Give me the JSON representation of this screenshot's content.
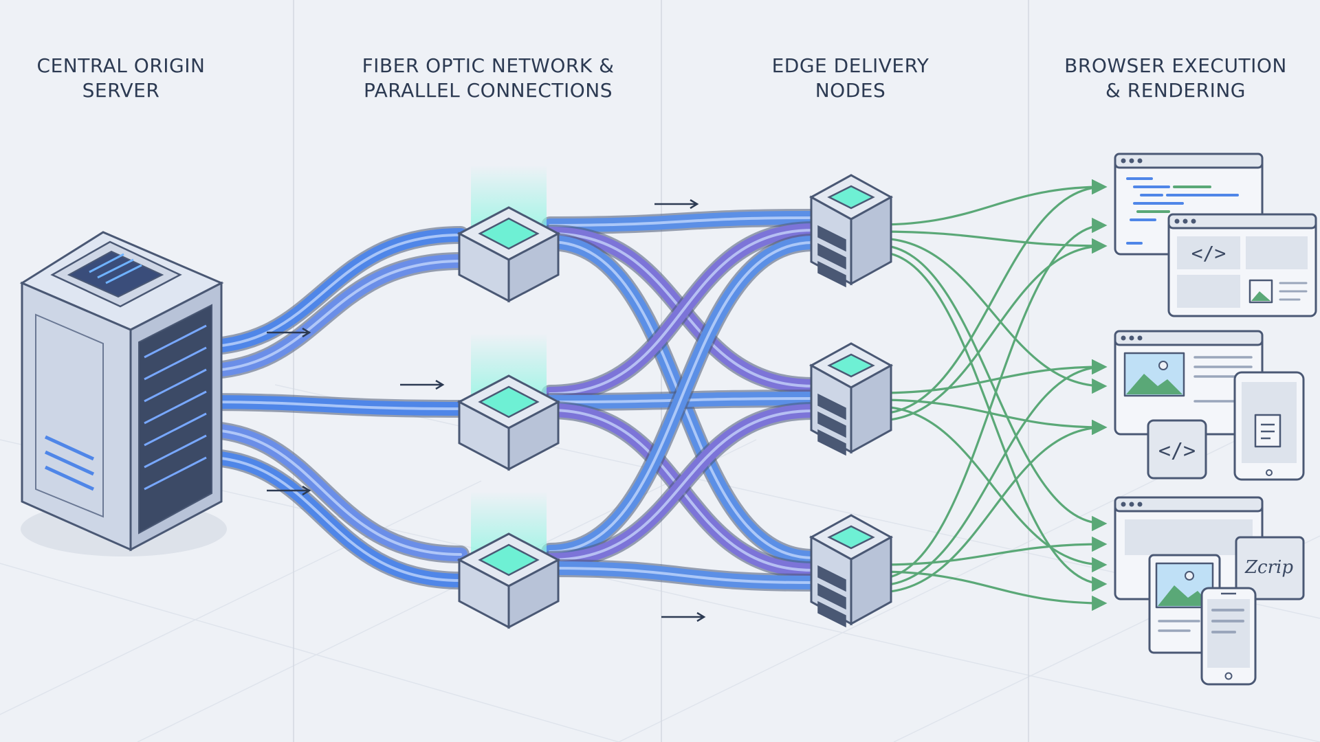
{
  "columns": [
    {
      "line1": "CENTRAL ORIGIN",
      "line2": "SERVER"
    },
    {
      "line1": "FIBER OPTIC NETWORK &",
      "line2": "PARALLEL CONNECTIONS"
    },
    {
      "line1": "EDGE DELIVERY",
      "line2": "NODES"
    },
    {
      "line1": "BROWSER EXECUTION",
      "line2": "& RENDERING"
    }
  ],
  "browser_glyphs": {
    "code_tag": "</>",
    "script_label": "Zcrip"
  },
  "colors": {
    "background": "#eef1f6",
    "fiber_blue": "#4f86e8",
    "fiber_purple": "#7c74d8",
    "green_links": "#5aa877",
    "glow": "#6ef0d4"
  }
}
